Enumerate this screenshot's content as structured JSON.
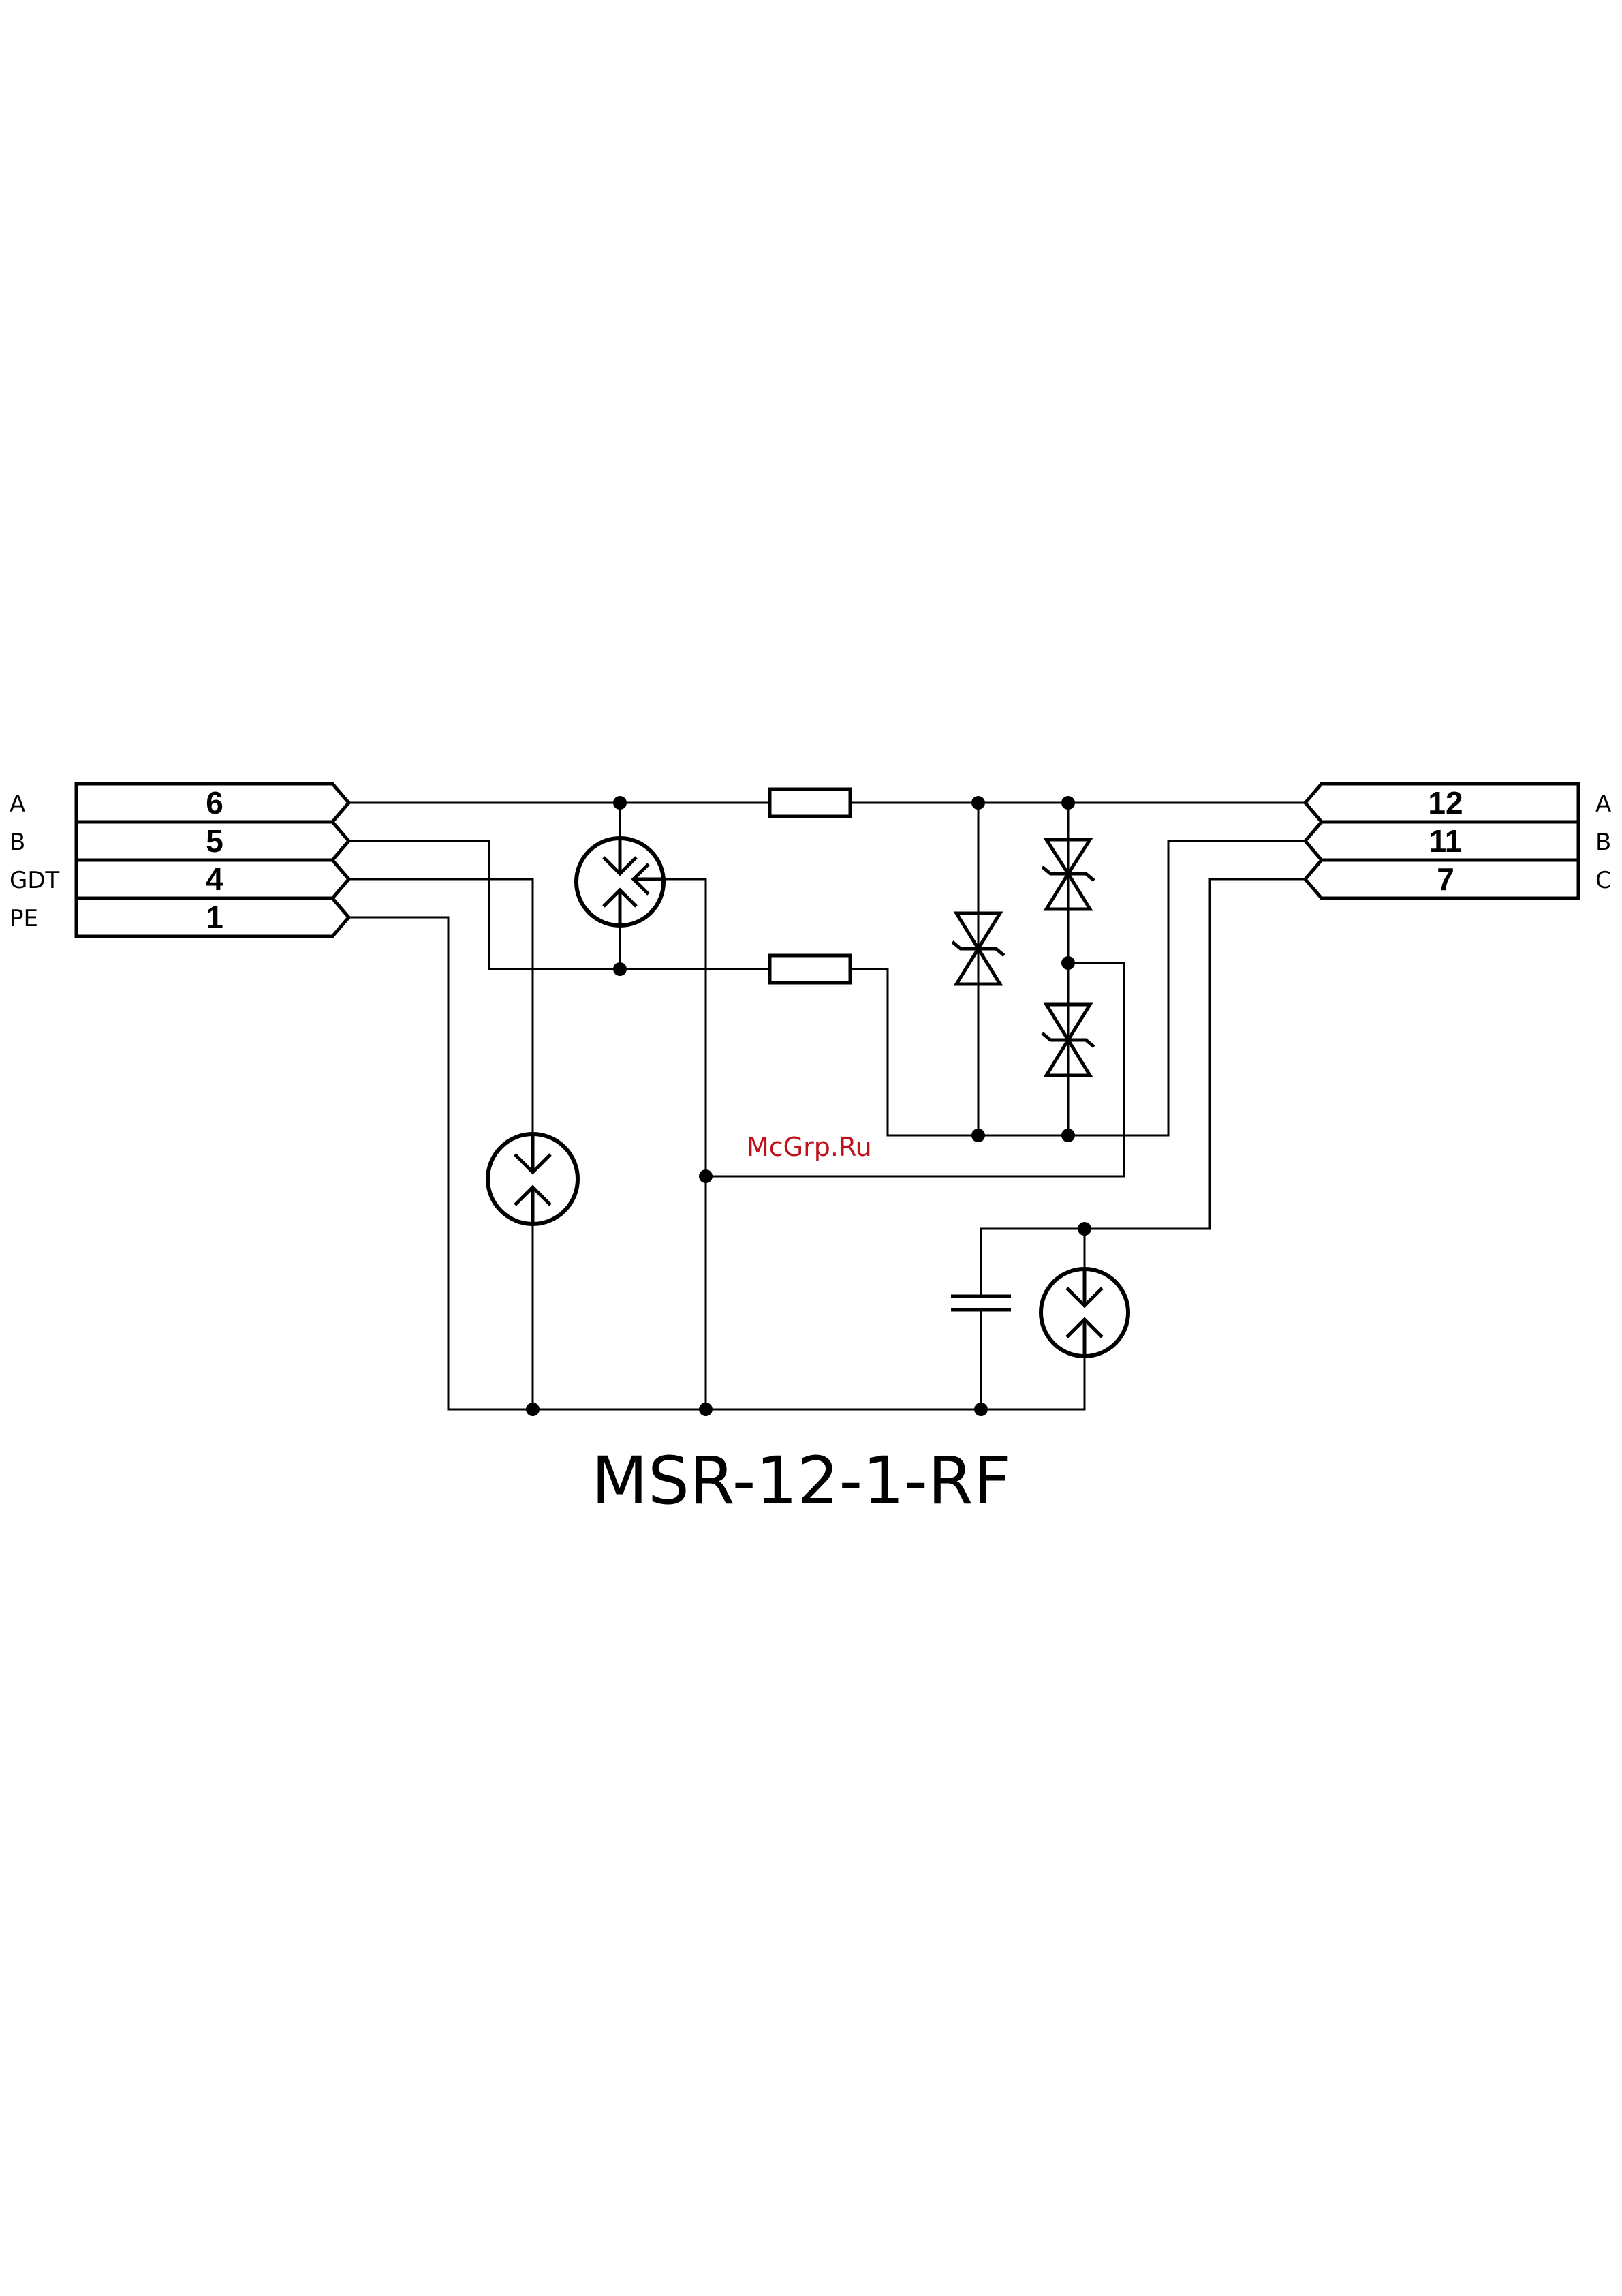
{
  "left_connector": {
    "signals": [
      "A",
      "B",
      "GDT",
      "PE"
    ],
    "pins": [
      "6",
      "5",
      "4",
      "1"
    ]
  },
  "right_connector": {
    "pins": [
      "12",
      "11",
      "7"
    ],
    "signals": [
      "A",
      "B",
      "C"
    ]
  },
  "watermark": "McGrp.Ru",
  "title": "MSR-12-1-RF",
  "colors": {
    "line": "#000000",
    "watermark": "#c0101a",
    "background": "#ffffff"
  }
}
